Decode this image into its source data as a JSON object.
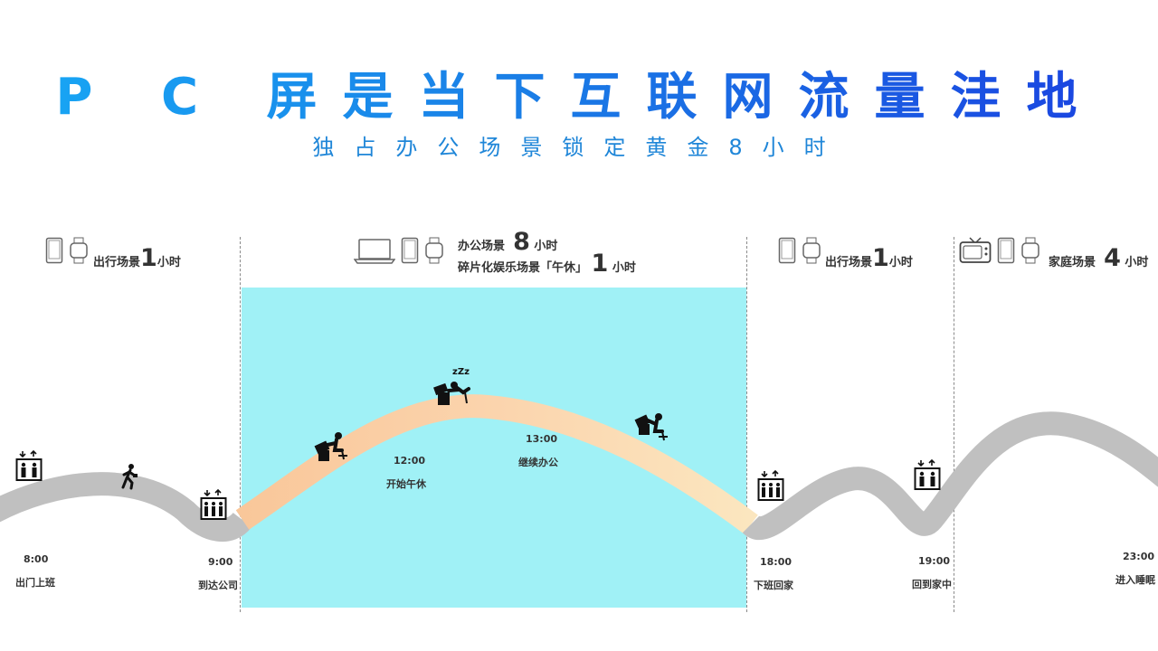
{
  "title": "P C 屏是当下互联网流量洼地",
  "subtitle": "独占办公场景锁定黄金8小时",
  "segments": {
    "commute_am": {
      "scene": "出行场景",
      "hours": "1",
      "unit": "小时"
    },
    "office": {
      "scene": "办公场景",
      "hours": "8",
      "unit": "小时",
      "leisure_scene": "碎片化娱乐场景「午休」",
      "leisure_hours": "1",
      "leisure_unit": "小时"
    },
    "commute_pm": {
      "scene": "出行场景",
      "hours": "1",
      "unit": "小时"
    },
    "home": {
      "scene": "家庭场景",
      "hours": "4",
      "unit": "小时"
    }
  },
  "timeline": [
    {
      "time": "8:00",
      "event": "出门上班"
    },
    {
      "time": "9:00",
      "event": "到达公司"
    },
    {
      "time": "12:00",
      "event": "开始午休"
    },
    {
      "time": "13:00",
      "event": "继续办公"
    },
    {
      "time": "18:00",
      "event": "下班回家"
    },
    {
      "time": "19:00",
      "event": "回到家中"
    },
    {
      "time": "23:00",
      "event": "进入睡眠"
    }
  ],
  "colors": {
    "title_start": "#18a8f5",
    "title_end": "#1a3fe0",
    "band": "#a0f1f6",
    "road": "#c0c0c0",
    "road_peak_start": "#f9c79a",
    "road_peak_end": "#fbe6bf"
  },
  "icons": [
    "phone-icon",
    "smartwatch-icon",
    "laptop-icon",
    "tv-icon",
    "elevator-icon",
    "walking-person-icon",
    "desk-worker-icon",
    "sleeping-worker-icon"
  ]
}
